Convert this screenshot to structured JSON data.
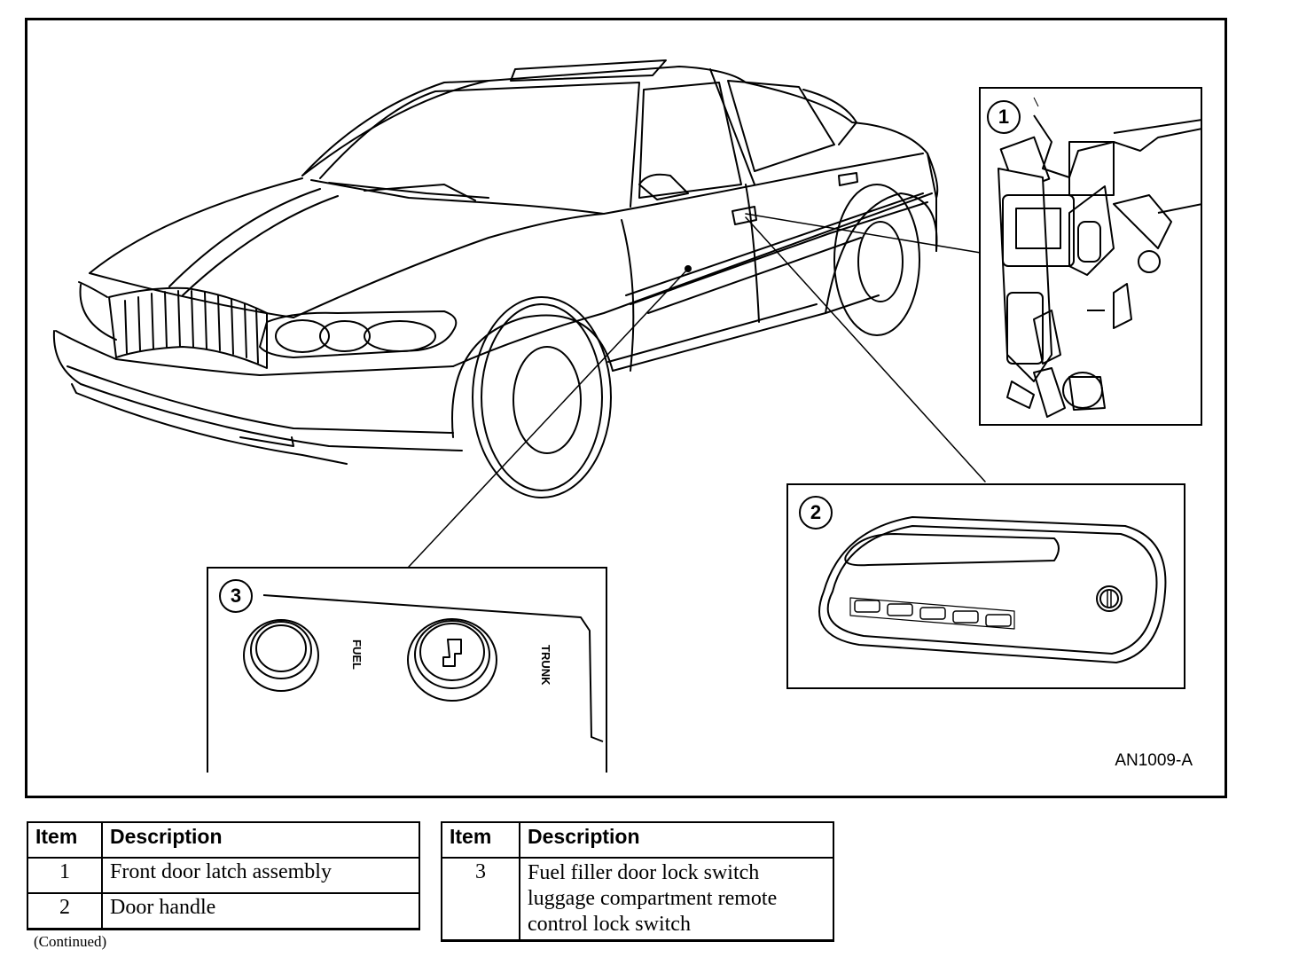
{
  "figure": {
    "code": "AN1009-A",
    "callouts": [
      "1",
      "2",
      "3"
    ],
    "inset3": {
      "fuel_label": "FUEL",
      "trunk_label": "TRUNK"
    }
  },
  "legend_left": {
    "headers": [
      "Item",
      "Description"
    ],
    "rows": [
      {
        "item": "1",
        "description": "Front door latch assembly"
      },
      {
        "item": "2",
        "description": "Door handle"
      }
    ]
  },
  "legend_right": {
    "headers": [
      "Item",
      "Description"
    ],
    "rows": [
      {
        "item": "3",
        "description_lines": [
          "Fuel filler door lock switch",
          "luggage compartment remote",
          "control lock switch"
        ]
      }
    ]
  },
  "continued_note": "(Continued)"
}
